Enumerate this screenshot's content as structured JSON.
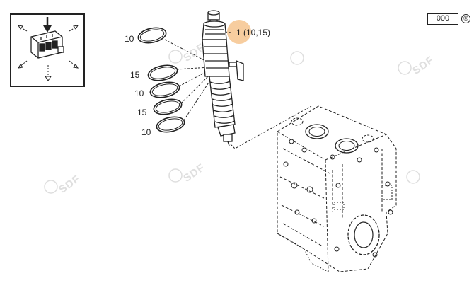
{
  "reference_box": {
    "label": "000"
  },
  "copyright_symbol": "©",
  "callouts": {
    "main": "1 (10,15)",
    "ring_1": "10",
    "ring_2": "15",
    "ring_3": "10",
    "ring_4": "15",
    "ring_5": "10"
  },
  "watermark": {
    "text": "SDF"
  },
  "colors": {
    "line": "#222222",
    "highlight": "#f6c48e",
    "watermark": "#d8d8d8"
  }
}
